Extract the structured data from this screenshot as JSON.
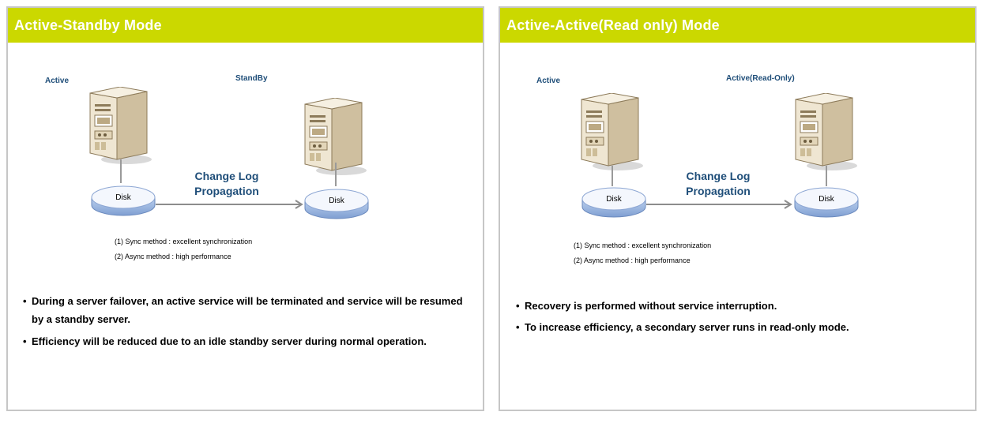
{
  "panels": [
    {
      "title": "Active-Standby Mode",
      "left_server_label": "Active",
      "right_server_label": "StandBy",
      "left_disk_label": "Disk",
      "right_disk_label": "Disk",
      "arrow_label_line1": "Change Log",
      "arrow_label_line2": "Propagation",
      "method1": "(1) Sync method : excellent synchronization",
      "method2": "(2) Async method : high performance",
      "bullets": [
        "During a server failover, an active service will be terminated and service will be resumed by a standby server.",
        "Efficiency will be reduced due to an idle standby server during normal operation."
      ]
    },
    {
      "title": "Active-Active(Read only) Mode",
      "left_server_label": "Active",
      "right_server_label": "Active(Read-Only)",
      "left_disk_label": "Disk",
      "right_disk_label": "Disk",
      "arrow_label_line1": "Change Log",
      "arrow_label_line2": "Propagation",
      "method1": "(1) Sync method : excellent synchronization",
      "method2": "(2) Async method : high performance",
      "bullets": [
        "Recovery is performed without service interruption.",
        "To increase efficiency, a secondary server runs in read-only mode."
      ]
    }
  ],
  "colors": {
    "header": "#cbd800",
    "label_blue": "#1f4e79",
    "border": "#c6c6c6",
    "disk_blue": "#8eaadb"
  },
  "icons": {
    "server": "server-tower-icon",
    "disk": "disk-cylinder-icon"
  }
}
